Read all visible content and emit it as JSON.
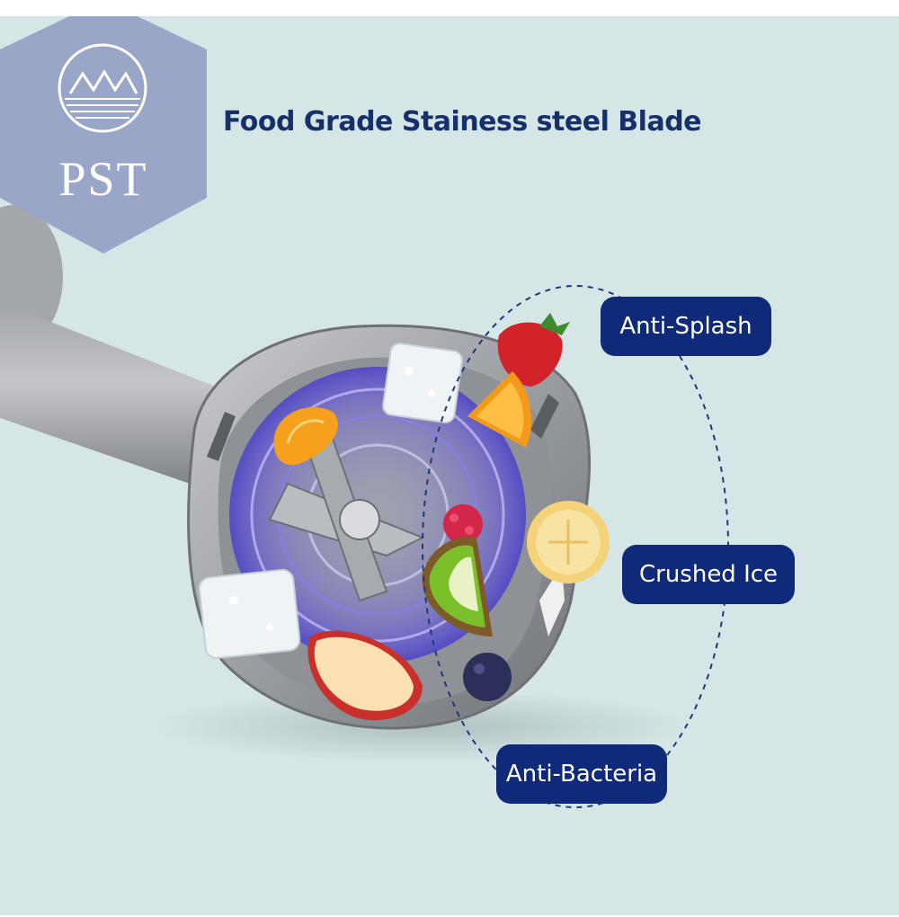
{
  "brand": {
    "logo_text": "PST",
    "logo_icon": "mountain-wave-icon"
  },
  "headline": "Food Grade Stainess steel Blade",
  "features": [
    {
      "label": "Anti-Splash"
    },
    {
      "label": "Crushed Ice"
    },
    {
      "label": "Anti-Bacteria"
    }
  ],
  "colors": {
    "background": "#d6e5e6",
    "logo_hexagon": "#9aa6c8",
    "headline": "#15306b",
    "pill": "#0f2a78",
    "dashed_ring": "#1c3a7a"
  }
}
